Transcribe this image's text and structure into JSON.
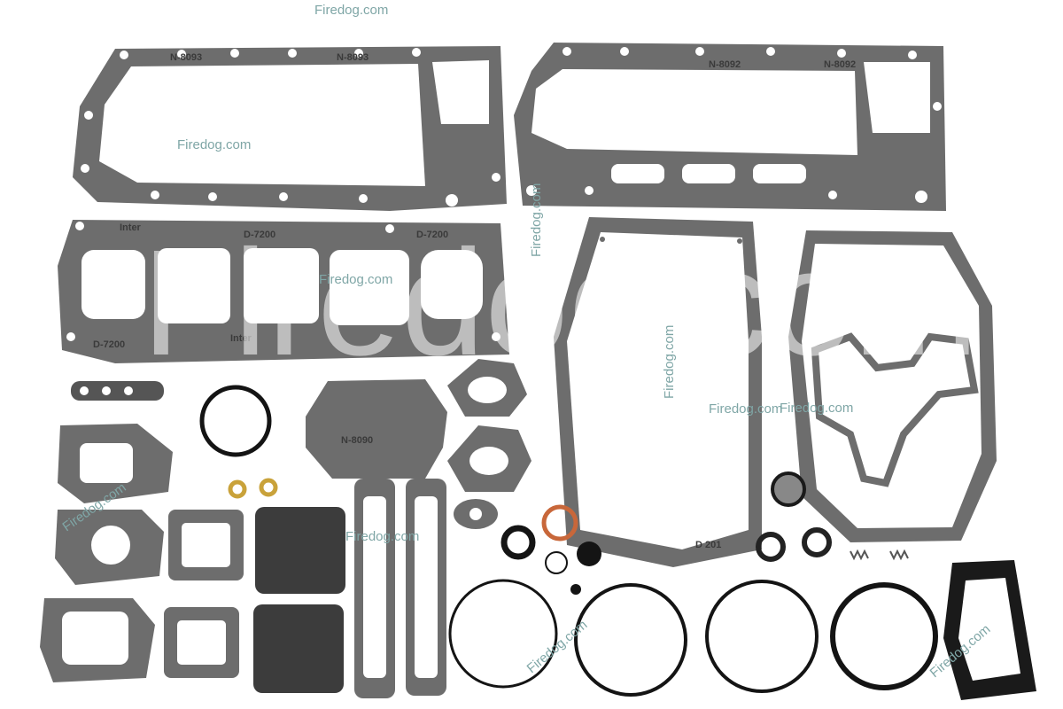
{
  "watermark": {
    "text": "Firedog.com",
    "color": "#7fa6a6"
  },
  "part_stamps": {
    "head_gasket_left": "N-8093",
    "head_gasket_right": "N-8092",
    "plate_gasket": "D-7200",
    "manufacturer": "Inter",
    "small_cover": "N-8090",
    "block_gasket": "D 201"
  },
  "colors": {
    "gasket_fiber": "#6d6d6d",
    "gasket_dark": "#3c3c3c",
    "rubber": "#141414",
    "copper": "#c8673a",
    "brass": "#c9a23a"
  }
}
